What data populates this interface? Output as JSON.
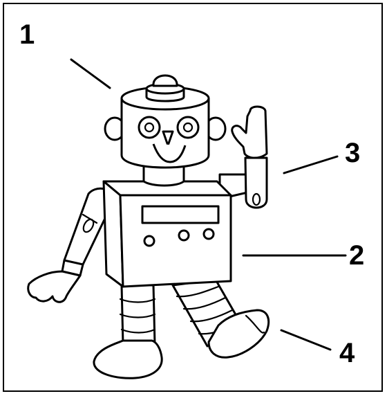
{
  "labels": {
    "one": "1",
    "two": "2",
    "three": "3",
    "four": "4"
  },
  "colors": {
    "line": "#000000",
    "background": "#ffffff"
  }
}
